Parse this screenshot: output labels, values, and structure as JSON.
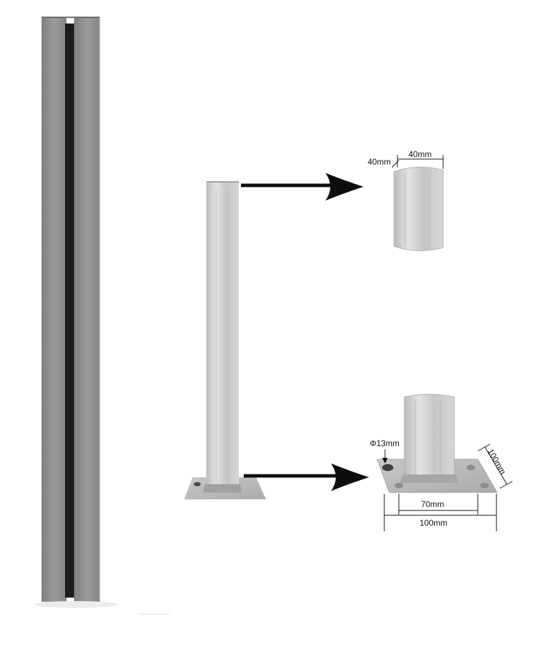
{
  "dimensions": {
    "section_width": "40mm",
    "section_depth": "40mm",
    "hole_diameter": "Φ13mm",
    "hole_spacing": "70mm",
    "plate_width": "100mm",
    "plate_depth": "100mm"
  },
  "colors": {
    "wpc_post": "#8d8d8f",
    "wpc_post_groove": "#1c1c1c",
    "steel": "#c9cbcd",
    "arrow": "#0d0d0d"
  },
  "icons": {
    "arrow_to_section": "arrow-right-icon",
    "arrow_to_base": "arrow-right-icon"
  }
}
